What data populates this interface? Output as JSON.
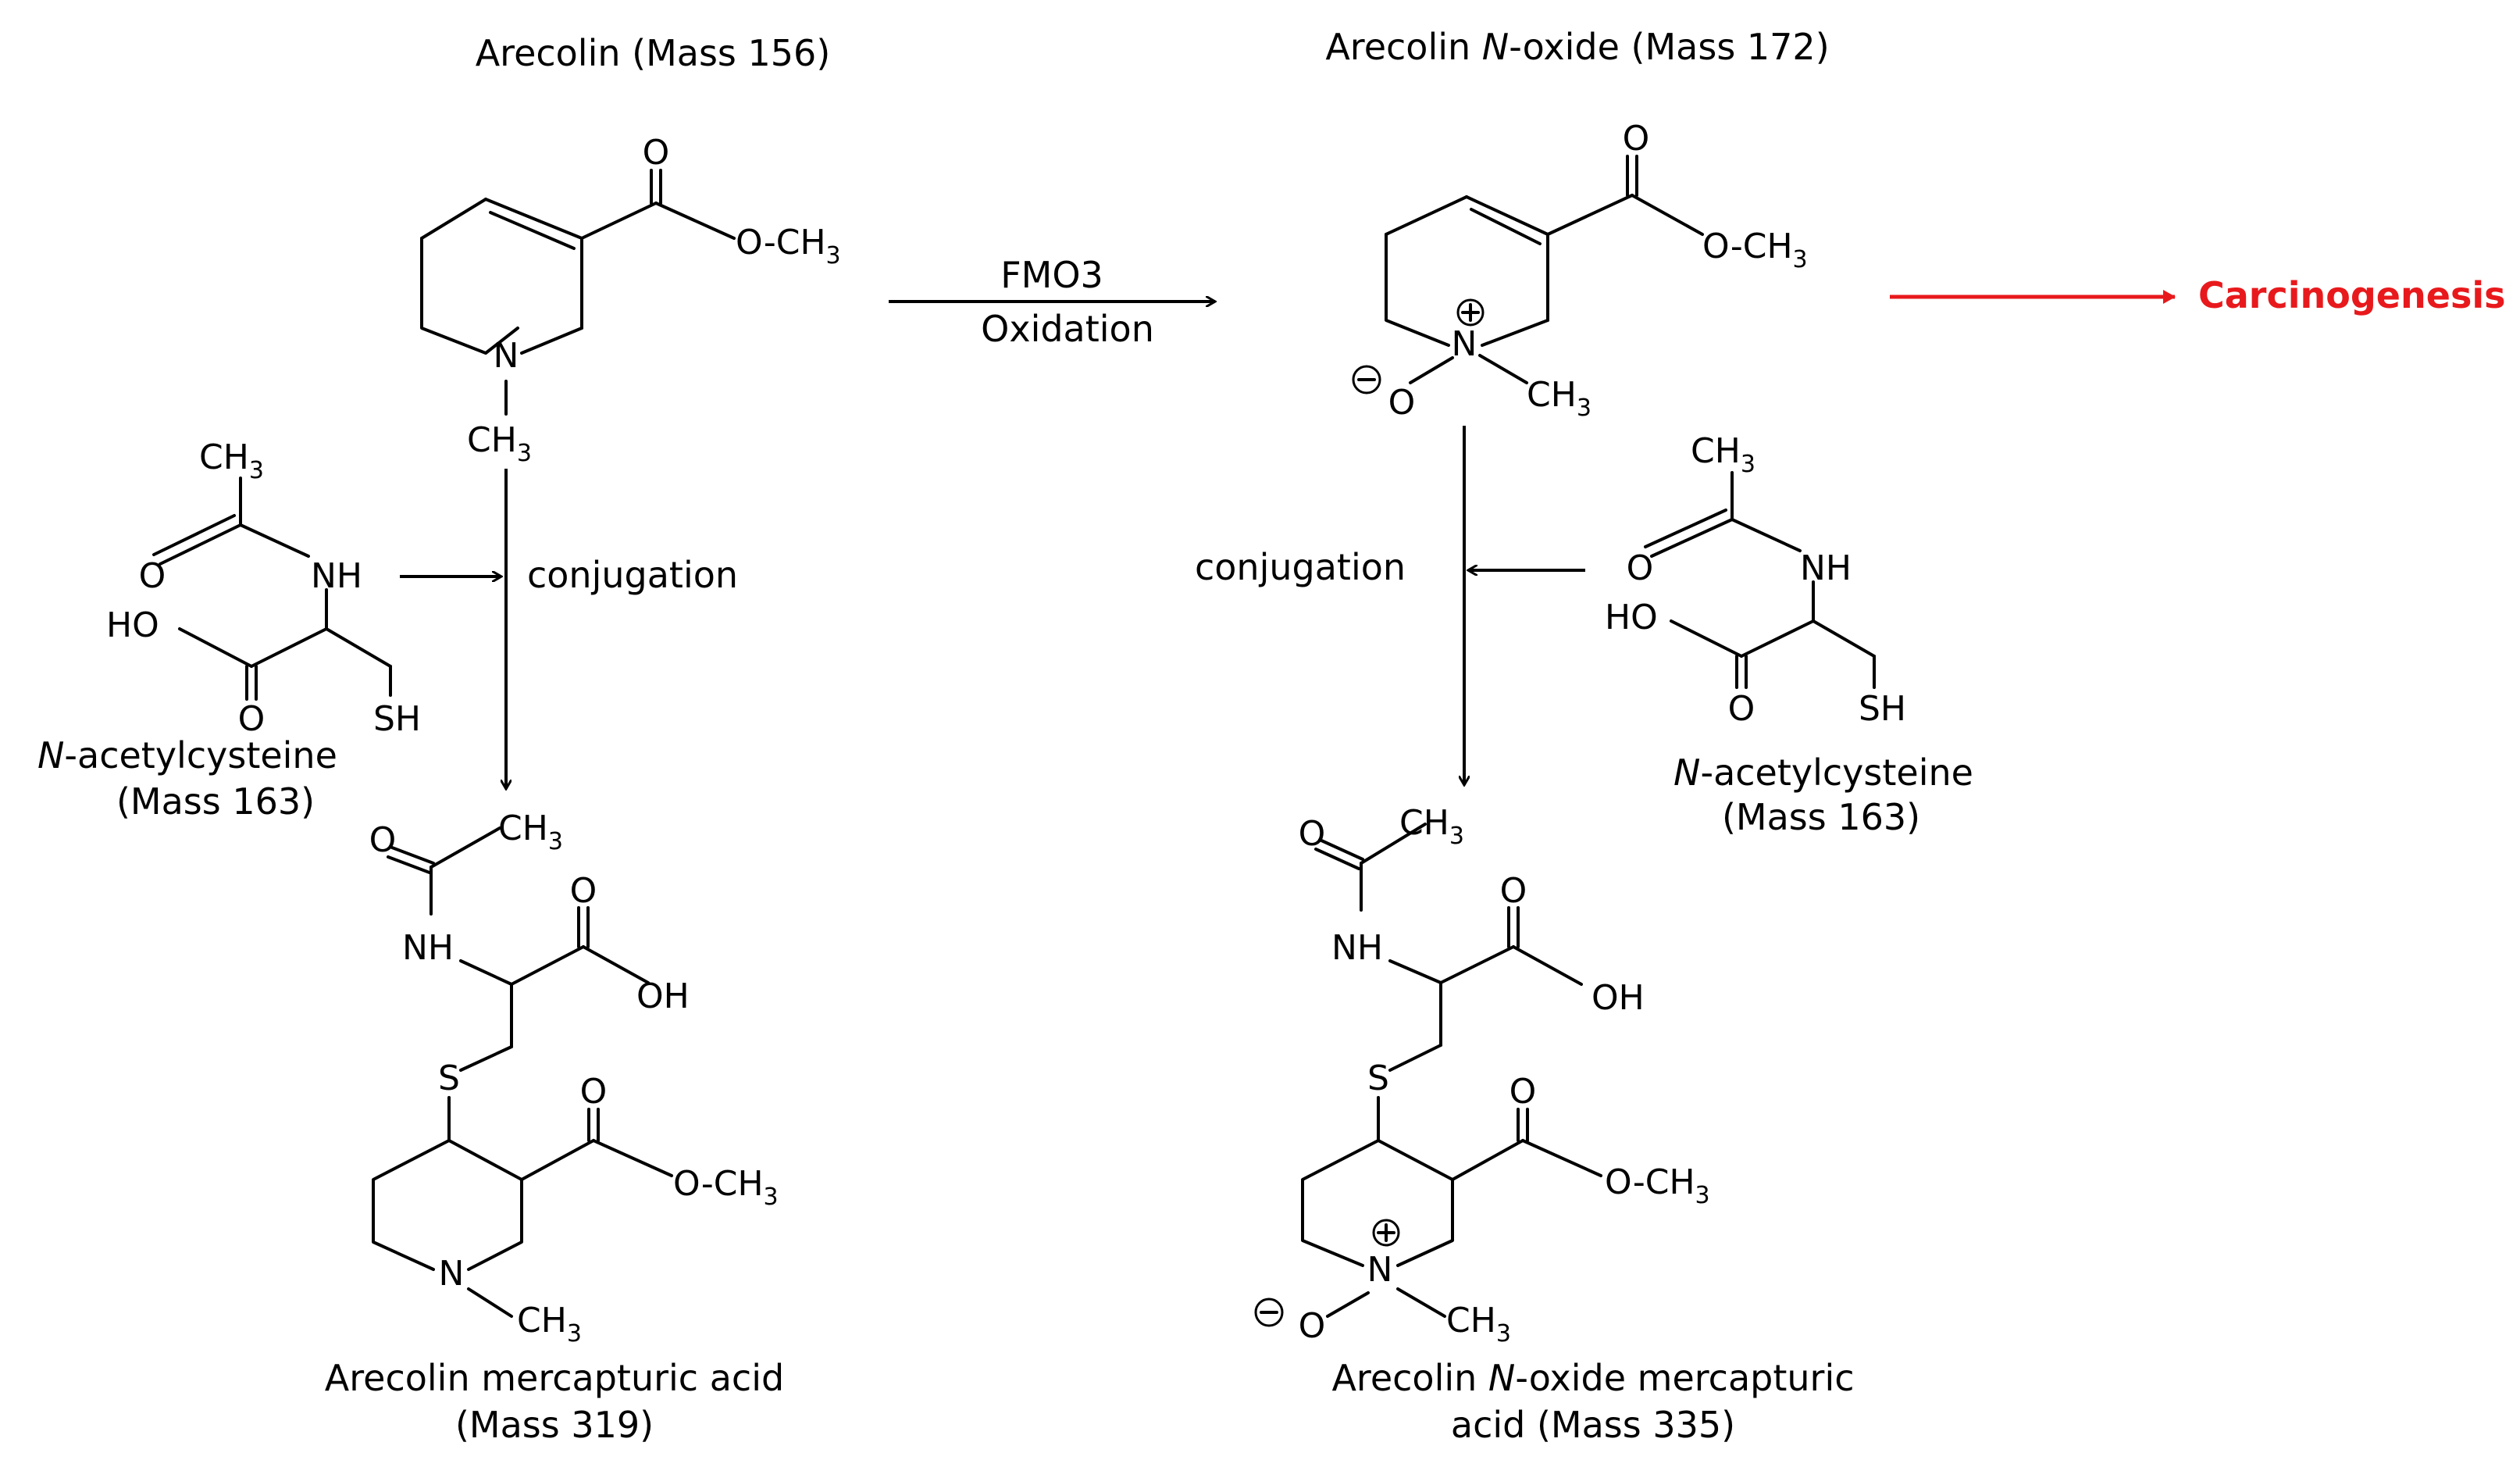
{
  "colors": {
    "ink": "#000000",
    "accent_red": "#e8191c",
    "background": "#ffffff"
  },
  "labels": {
    "arecolin_title": "Arecolin (Mass 156)",
    "noxide_title_pre": "Arecolin ",
    "noxide_title_italic": "N",
    "noxide_title_post": "-oxide (Mass 172)",
    "enzyme": "FMO3",
    "reaction": "Oxidation",
    "carcinogenesis": "Carcinogenesis",
    "conjugation_left": "conjugation",
    "conjugation_right": "conjugation",
    "nac_left_italic": "N",
    "nac_left_name": "-acetylcysteine",
    "nac_left_mass": "(Mass 163)",
    "nac_right_italic": "N",
    "nac_right_name": "-acetylcysteine",
    "nac_right_mass": "(Mass 163)",
    "mercap_left_line1": "Arecolin mercapturic acid",
    "mercap_left_line2": "(Mass 319)",
    "mercap_right_line1_pre": "Arecolin ",
    "mercap_right_line1_italic": "N",
    "mercap_right_line1_post": "-oxide mercapturic",
    "mercap_right_line2": "acid (Mass 335)"
  },
  "atoms": {
    "O": "O",
    "N": "N",
    "NH": "NH",
    "OH": "OH",
    "HO": "HO",
    "SH": "SH",
    "S": "S",
    "O_CH": "O-CH",
    "CH": "CH",
    "sub3": "3",
    "plus": "+",
    "minus": "−"
  }
}
